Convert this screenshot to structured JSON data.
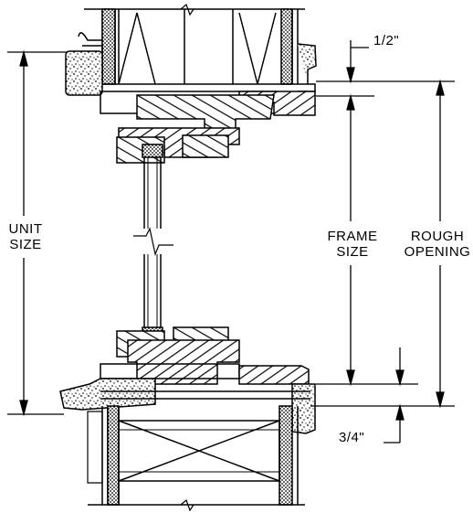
{
  "labels": {
    "unit_size": [
      "UNIT",
      "SIZE"
    ],
    "frame_size": [
      "FRAME",
      "SIZE"
    ],
    "rough_opening": [
      "ROUGH",
      "OPENING"
    ],
    "half_inch": "1/2\"",
    "three_quarter_inch": "3/4\""
  },
  "colors": {
    "line": "#000000",
    "background": "#ffffff"
  }
}
